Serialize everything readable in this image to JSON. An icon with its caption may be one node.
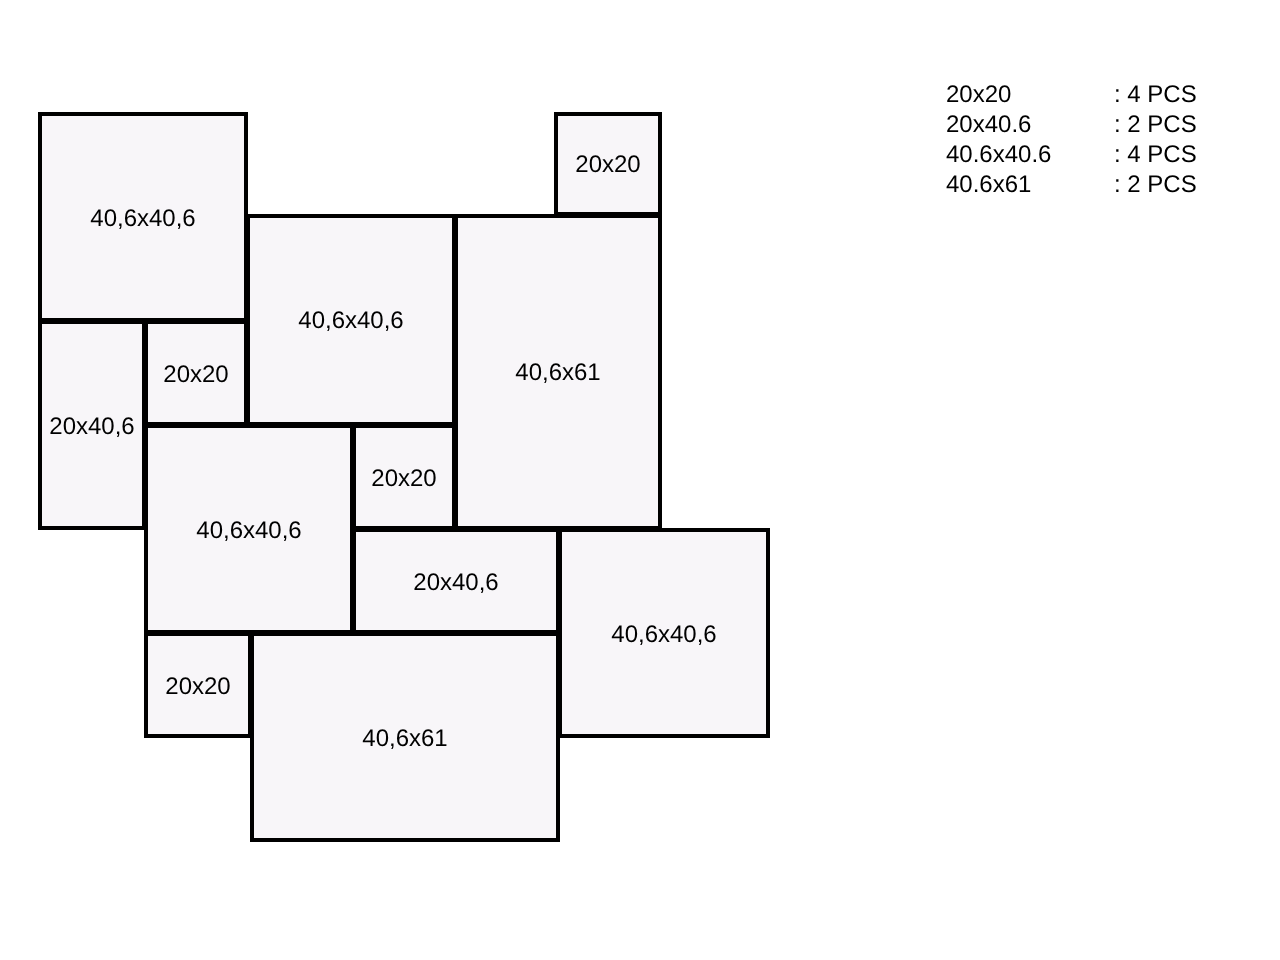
{
  "diagram": {
    "nodes": [
      {
        "text": [
          "40,6x40,6"
        ]
      },
      {
        "text": [
          "20x20"
        ]
      },
      {
        "text": [
          "40,6x40,6"
        ]
      },
      {
        "text": [
          "40,6x61"
        ]
      },
      {
        "text": [
          "20x40,6"
        ]
      },
      {
        "text": [
          "20x20"
        ]
      },
      {
        "text": [
          "40,6x40,6"
        ]
      },
      {
        "text": [
          "20x20"
        ]
      },
      {
        "text": [
          "20x40,6"
        ]
      },
      {
        "text": [
          "40,6x40,6"
        ]
      },
      {
        "text": [
          "20x20"
        ]
      },
      {
        "text": [
          "40,6x61"
        ]
      }
    ],
    "labels": [
      "20x20",
      ": 4 PCS",
      "20x40.6",
      ": 2 PCS",
      "40.6x40.6",
      ": 4 PCS",
      "40.6x61",
      ": 2 PCS"
    ]
  }
}
